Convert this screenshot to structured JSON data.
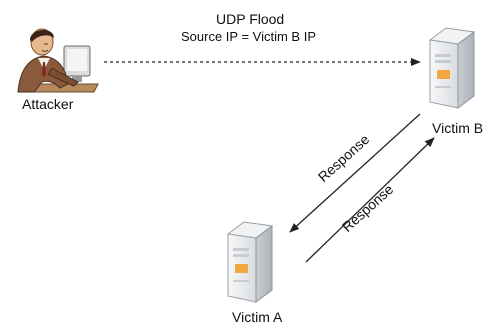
{
  "diagram": {
    "title": "UDP Flood",
    "subtitle": "Source IP = Victim B IP",
    "nodes": {
      "attacker": {
        "label": "Attacker",
        "icon": "attacker-person-icon"
      },
      "victim_b": {
        "label": "Victim B",
        "icon": "server-icon"
      },
      "victim_a": {
        "label": "Victim A",
        "icon": "server-icon"
      }
    },
    "edges": {
      "flood": {
        "from": "attacker",
        "to": "victim_b",
        "style": "dashed"
      },
      "response_to_a": {
        "from": "victim_b",
        "to": "victim_a",
        "label": "Response"
      },
      "response_to_b": {
        "from": "victim_a",
        "to": "victim_b",
        "label": "Response"
      }
    },
    "colors": {
      "server_body": "#e9ebee",
      "server_accent": "#f2a640",
      "attacker_suit": "#8a5a3c",
      "line": "#222222"
    }
  }
}
